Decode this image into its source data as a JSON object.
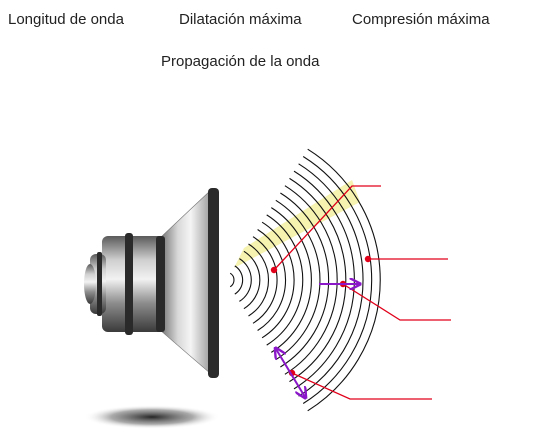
{
  "labels": {
    "wavelength": "Longitud de onda",
    "max_dilation": "Dilatación máxima",
    "max_compression": "Compresión máxima",
    "propagation": "Propagación de la onda"
  },
  "colors": {
    "callout": "#e0001a",
    "arrow": "#8a17c8",
    "highlight": "#f4f2a6",
    "waves": "#111111"
  }
}
